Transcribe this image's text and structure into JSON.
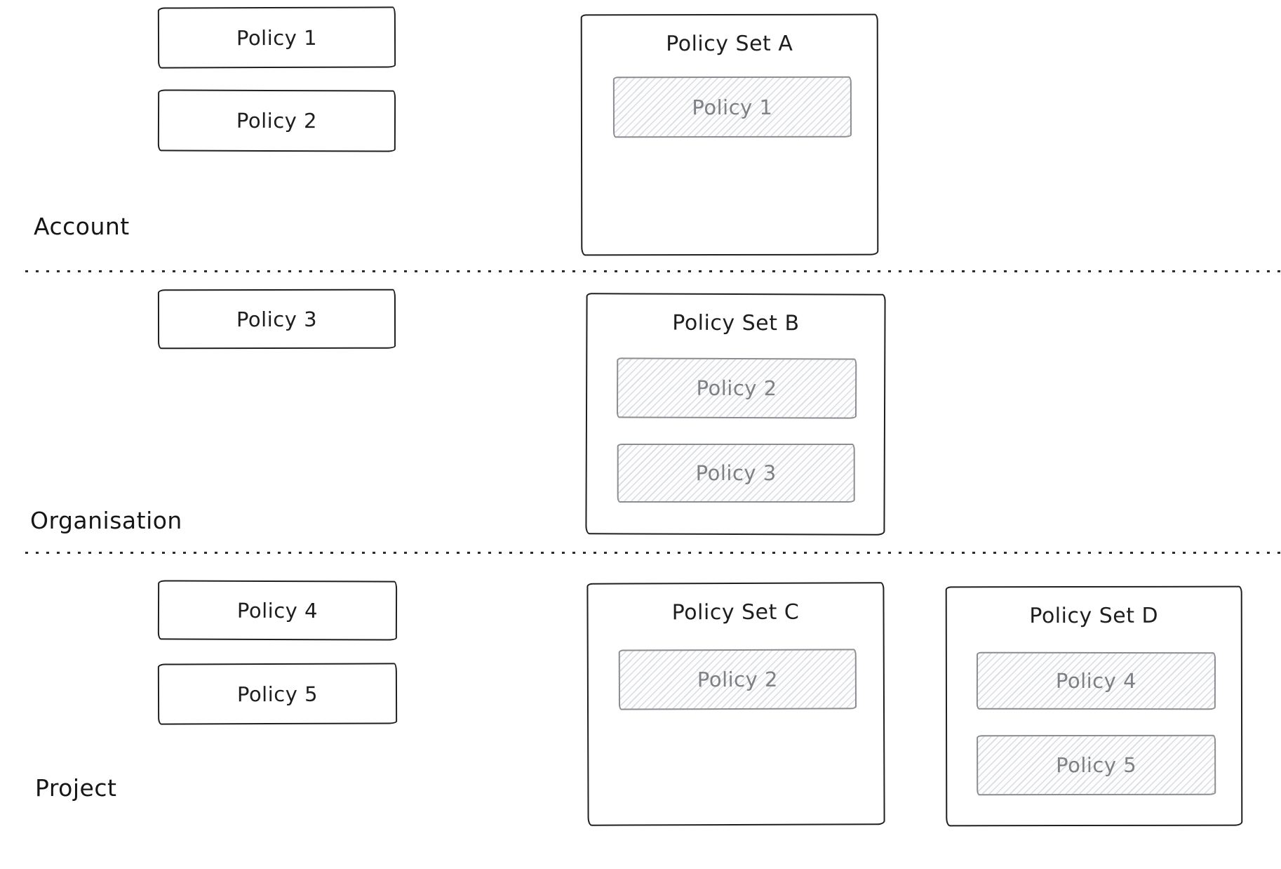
{
  "colors": {
    "ink": "#1e1e1e",
    "member_border": "#8a8d91",
    "member_text": "#7d8085",
    "hatch_line": "#d9dce0",
    "divider_dot": "#2c2c2c",
    "background": "#ffffff"
  },
  "sections": [
    {
      "label": "Account",
      "policies": [
        "Policy 1",
        "Policy 2"
      ],
      "sets": [
        {
          "title": "Policy Set A",
          "members": [
            "Policy 1"
          ]
        }
      ]
    },
    {
      "label": "Organisation",
      "policies": [
        "Policy 3"
      ],
      "sets": [
        {
          "title": "Policy Set B",
          "members": [
            "Policy 2",
            "Policy 3"
          ]
        }
      ]
    },
    {
      "label": "Project",
      "policies": [
        "Policy 4",
        "Policy 5"
      ],
      "sets": [
        {
          "title": "Policy Set C",
          "members": [
            "Policy 2"
          ]
        },
        {
          "title": "Policy Set D",
          "members": [
            "Policy 4",
            "Policy 5"
          ]
        }
      ]
    }
  ]
}
